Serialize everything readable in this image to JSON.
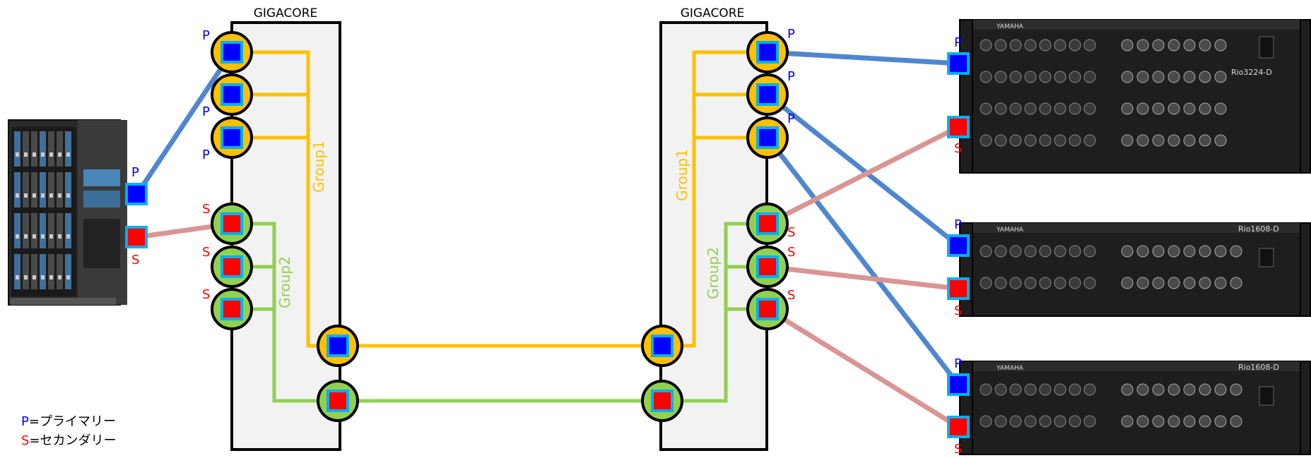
{
  "switches": [
    {
      "title": "GIGACORE"
    },
    {
      "title": "GIGACORE"
    }
  ],
  "groups": [
    {
      "label": "Group1",
      "color": "#FFC000"
    },
    {
      "label": "Group2",
      "color": "#92D050"
    }
  ],
  "port_letters": {
    "primary": "P",
    "secondary": "S"
  },
  "colors": {
    "primary_port": "#0000FF",
    "secondary_port": "#FF0000",
    "port_border": "#00B0F0",
    "primary_cable": "#4F86CF",
    "secondary_cable": "#D99594",
    "switch_body": "#F2F2F2",
    "device_body": "#1E1E1E"
  },
  "devices": [
    {
      "name": "console",
      "brand": ""
    },
    {
      "name": "rio3224",
      "brand": "YAMAHA",
      "model": "Rio3224-D"
    },
    {
      "name": "rio1608-a",
      "brand": "YAMAHA",
      "model": "Rio1608-D"
    },
    {
      "name": "rio1608-b",
      "brand": "YAMAHA",
      "model": "Rio1608-D"
    }
  ],
  "legend": {
    "primary": {
      "letter": "P",
      "text": "=プライマリー"
    },
    "secondary": {
      "letter": "S",
      "text": "=セカンダリー"
    }
  }
}
